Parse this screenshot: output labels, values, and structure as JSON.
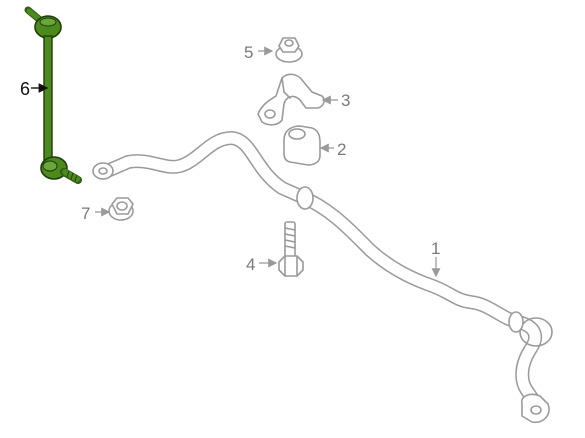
{
  "diagram": {
    "highlight_color": "#4c8a1e",
    "callouts": [
      {
        "id": "1",
        "label": "1"
      },
      {
        "id": "2",
        "label": "2"
      },
      {
        "id": "3",
        "label": "3"
      },
      {
        "id": "4",
        "label": "4"
      },
      {
        "id": "5",
        "label": "5"
      },
      {
        "id": "6",
        "label": "6",
        "highlighted": true
      },
      {
        "id": "7",
        "label": "7"
      }
    ]
  }
}
